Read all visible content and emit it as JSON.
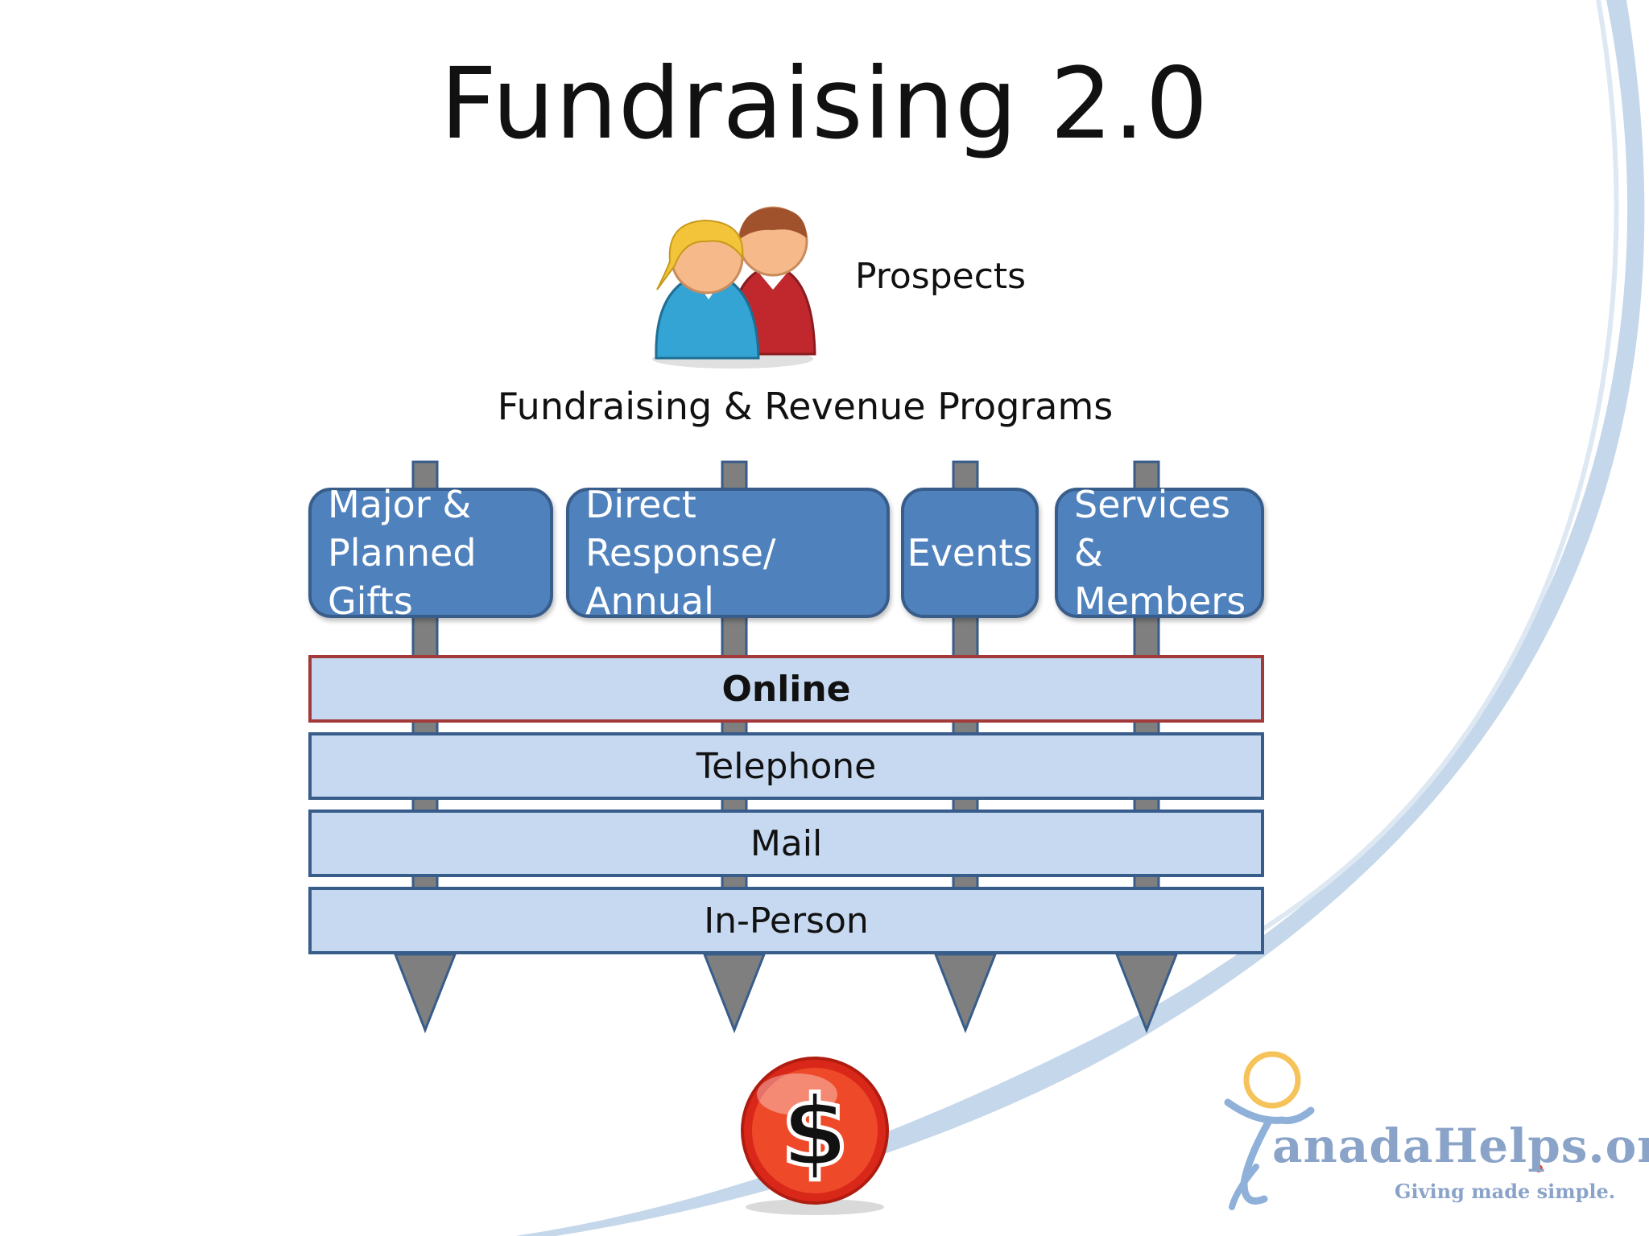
{
  "slide": {
    "title": "Fundraising 2.0",
    "prospects_label": "Prospects",
    "programs_label": "Fundraising & Revenue Programs"
  },
  "programs": [
    {
      "line1": "Major &",
      "line2": "Planned Gifts"
    },
    {
      "line1": "Direct Response/",
      "line2": "Annual"
    },
    {
      "line1": "Events",
      "line2": ""
    },
    {
      "line1": "Services &",
      "line2": "Members"
    }
  ],
  "channels": [
    "Online",
    "Telephone",
    "Mail",
    "In-Person"
  ],
  "icons": {
    "prospects": "people-icon",
    "outcome": "dollar-coin-icon",
    "logo": "canadahelps-logo"
  },
  "logo": {
    "name": "anadaHelps.org",
    "tagline": "Giving made simple."
  },
  "colors": {
    "program_fill": "#4f81bd",
    "program_border": "#385d8a",
    "channel_fill": "#c6d9f1",
    "online_border": "#a33a3a",
    "arrow": "#7f7f7f",
    "swoosh": "#c5d7ea"
  }
}
